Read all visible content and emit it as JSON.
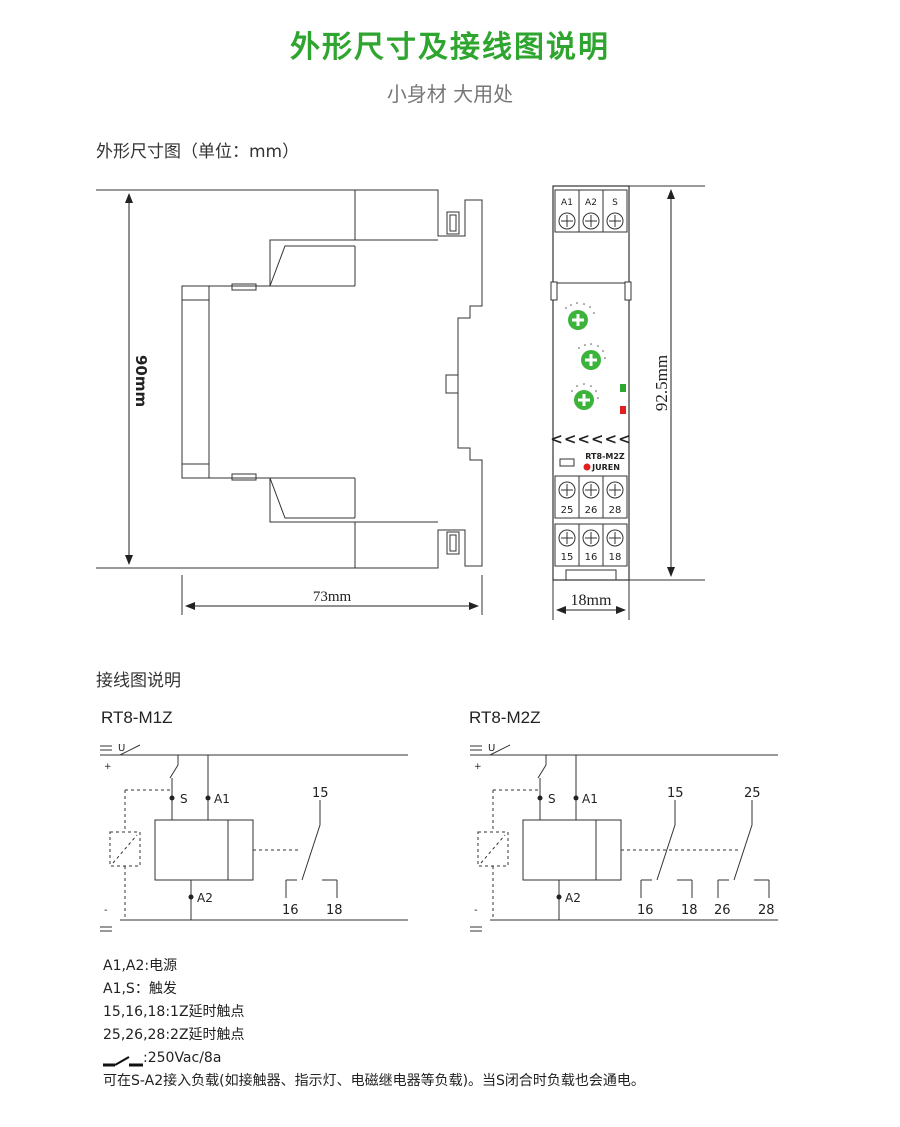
{
  "header": {
    "title": "外形尺寸及接线图说明",
    "subtitle": "小身材 大用处"
  },
  "dimensions": {
    "section_title": "外形尺寸图（单位：mm）",
    "height_label": "90mm",
    "width_label": "73mm",
    "front_height_label": "92.5mm",
    "front_width_label": "18mm"
  },
  "device": {
    "top_terminals": [
      "A1",
      "A2",
      "S"
    ],
    "model": "RT8-M2Z",
    "brand": "JUREN",
    "middle_terminals": [
      "25",
      "26",
      "28"
    ],
    "bottom_terminals": [
      "15",
      "16",
      "18"
    ],
    "arrows": "<<<<<<",
    "colors": {
      "knob": "#3cb43c",
      "led_green": "#2ea52e",
      "led_red": "#e02020"
    }
  },
  "wiring": {
    "section_title": "接线图说明",
    "left": {
      "model": "RT8-M1Z",
      "supply_label": "U",
      "plus": "+",
      "minus": "-",
      "terminal_s": "S",
      "terminal_a1": "A1",
      "terminal_a2": "A2",
      "contact_common": "15",
      "contact_nc": "16",
      "contact_no": "18"
    },
    "right": {
      "model": "RT8-M2Z",
      "supply_label": "U",
      "plus": "+",
      "minus": "-",
      "terminal_s": "S",
      "terminal_a1": "A1",
      "terminal_a2": "A2",
      "contact1_common": "15",
      "contact1_nc": "16",
      "contact1_no": "18",
      "contact2_common": "25",
      "contact2_nc": "26",
      "contact2_no": "28"
    }
  },
  "legend": [
    "A1,A2:电源",
    "A1,S：触发",
    "15,16,18:1Z延时触点",
    "25,26,28:2Z延时触点"
  ],
  "legend_rating": ":250Vac/8a",
  "legend_note": "可在S-A2接入负载(如接触器、指示灯、电磁继电器等负载)。当S闭合时负载也会通电。"
}
